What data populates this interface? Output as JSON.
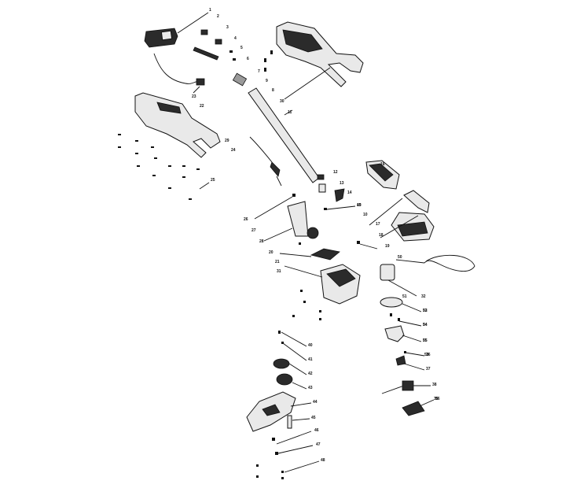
{
  "diagram": {
    "title": "",
    "callouts": [
      "1",
      "2",
      "3",
      "4",
      "5",
      "6",
      "7",
      "8",
      "9",
      "10",
      "11",
      "12",
      "13",
      "14",
      "15",
      "16",
      "17",
      "18",
      "19",
      "20",
      "21",
      "22",
      "23",
      "24",
      "25",
      "26",
      "27",
      "28",
      "29",
      "30",
      "31",
      "32",
      "33",
      "34",
      "35",
      "36",
      "37",
      "38",
      "39",
      "40",
      "41",
      "42",
      "43",
      "44",
      "45",
      "46",
      "47",
      "48",
      "49",
      "50",
      "51",
      "52",
      "53",
      "54",
      "55",
      "56"
    ]
  },
  "colors": {
    "ink": "#111111",
    "body_dark": "#2b2b2b",
    "body_light": "#e9e9e9",
    "background": "#ffffff"
  },
  "icons": [
    "battery-pack-icon",
    "charger-cord-icon",
    "handle-housing-icon",
    "tube-shaft-icon",
    "motor-housing-icon",
    "spool-cap-icon",
    "line-spool-icon",
    "guard-icon",
    "screw-icon"
  ]
}
